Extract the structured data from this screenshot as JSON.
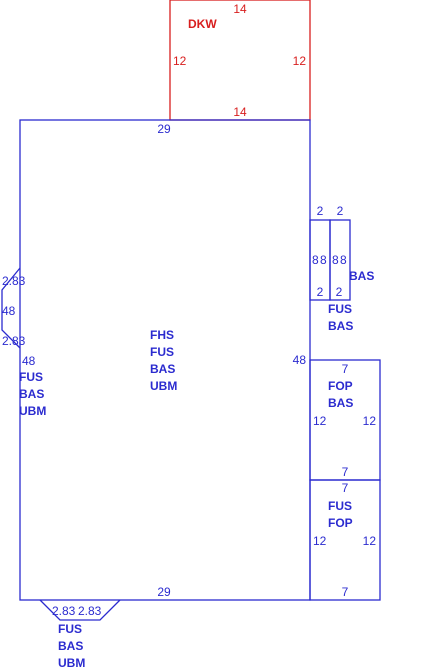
{
  "deck": {
    "label": "DKW",
    "dims": {
      "top": "14",
      "bottom": "14",
      "left": "12",
      "right": "12"
    }
  },
  "main": {
    "labels": [
      "FHS",
      "FUS",
      "BAS",
      "UBM"
    ],
    "dims": {
      "top": "29",
      "bottom": "29",
      "right": "48"
    }
  },
  "bay_left": {
    "labels": [
      "FUS",
      "BAS",
      "UBM"
    ],
    "dims": {
      "top_angle": "2.83",
      "front": "48",
      "bottom_angle": "2.83",
      "side": "48"
    }
  },
  "bay_bottom": {
    "labels": [
      "FUS",
      "BAS",
      "UBM"
    ],
    "dims": {
      "left_angle": "2.83",
      "right_angle": "2.83"
    }
  },
  "chimneys": {
    "outer_label": "BAS",
    "labels": [
      "FUS",
      "BAS"
    ],
    "left": {
      "top": "2",
      "side_left": "8",
      "side_right": "8",
      "bottom": "2"
    },
    "right": {
      "top": "2",
      "side_left": "8",
      "side_right": "8",
      "bottom": "2"
    }
  },
  "porch_upper": {
    "labels": [
      "FOP",
      "BAS"
    ],
    "dims": {
      "top": "7",
      "bottom": "7",
      "left": "12",
      "right": "12"
    }
  },
  "porch_lower": {
    "labels": [
      "FUS",
      "FOP"
    ],
    "dims": {
      "top": "7",
      "bottom": "7",
      "left": "12",
      "right": "12"
    }
  }
}
